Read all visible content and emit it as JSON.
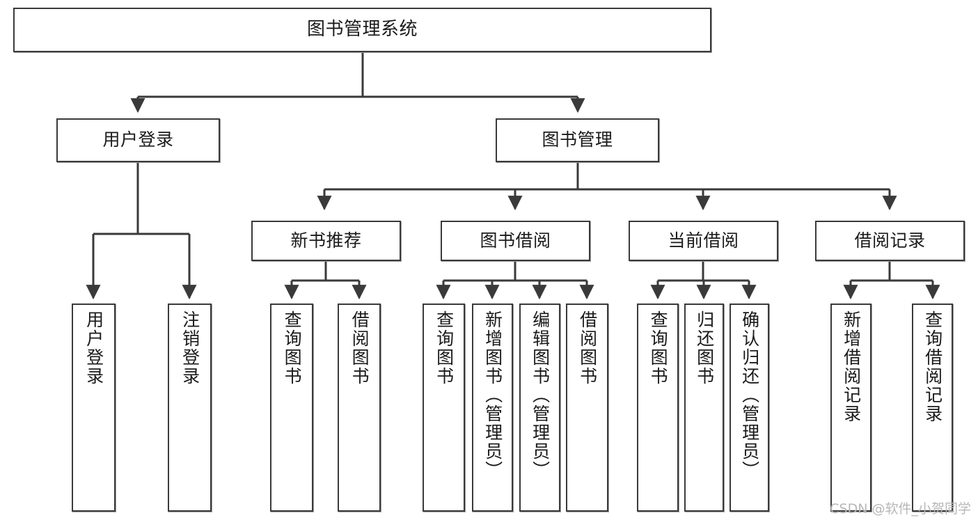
{
  "diagram": {
    "title": "图书管理系统",
    "type": "tree",
    "orientation": "top-down",
    "colors": {
      "box_border": "#3a3a3a",
      "box_fill": "#ffffff",
      "edge": "#3a3a3a",
      "text": "#1a1a1a",
      "watermark": "#b7b7b7",
      "background": "#ffffff"
    },
    "watermark": "CSDN @软件_小贺同学",
    "nodes": {
      "root": {
        "label": "图书管理系统"
      },
      "level2": [
        {
          "id": "user-login",
          "label": "用户登录"
        },
        {
          "id": "book-manage",
          "label": "图书管理"
        }
      ],
      "level3": [
        {
          "id": "new-book-recommend",
          "label": "新书推荐"
        },
        {
          "id": "book-borrow",
          "label": "图书借阅"
        },
        {
          "id": "current-borrow",
          "label": "当前借阅"
        },
        {
          "id": "borrow-record",
          "label": "借阅记录"
        }
      ],
      "leaves": {
        "user-login": [
          {
            "id": "leaf-user-login",
            "label": "用户登录"
          },
          {
            "id": "leaf-logout",
            "label": "注销登录"
          }
        ],
        "new-book-recommend": [
          {
            "id": "leaf-query-book-1",
            "label": "查询图书"
          },
          {
            "id": "leaf-borrow-book-1",
            "label": "借阅图书"
          }
        ],
        "book-borrow": [
          {
            "id": "leaf-query-book-2",
            "label": "查询图书"
          },
          {
            "id": "leaf-add-book",
            "label": "新增图书（管理员）"
          },
          {
            "id": "leaf-edit-book",
            "label": "编辑图书（管理员）"
          },
          {
            "id": "leaf-borrow-book-2",
            "label": "借阅图书"
          }
        ],
        "current-borrow": [
          {
            "id": "leaf-query-book-3",
            "label": "查询图书"
          },
          {
            "id": "leaf-return-book",
            "label": "归还图书"
          },
          {
            "id": "leaf-confirm-return",
            "label": "确认归还（管理员）"
          }
        ],
        "borrow-record": [
          {
            "id": "leaf-add-record",
            "label": "新增借阅记录"
          },
          {
            "id": "leaf-query-record",
            "label": "查询借阅记录"
          }
        ]
      }
    }
  }
}
